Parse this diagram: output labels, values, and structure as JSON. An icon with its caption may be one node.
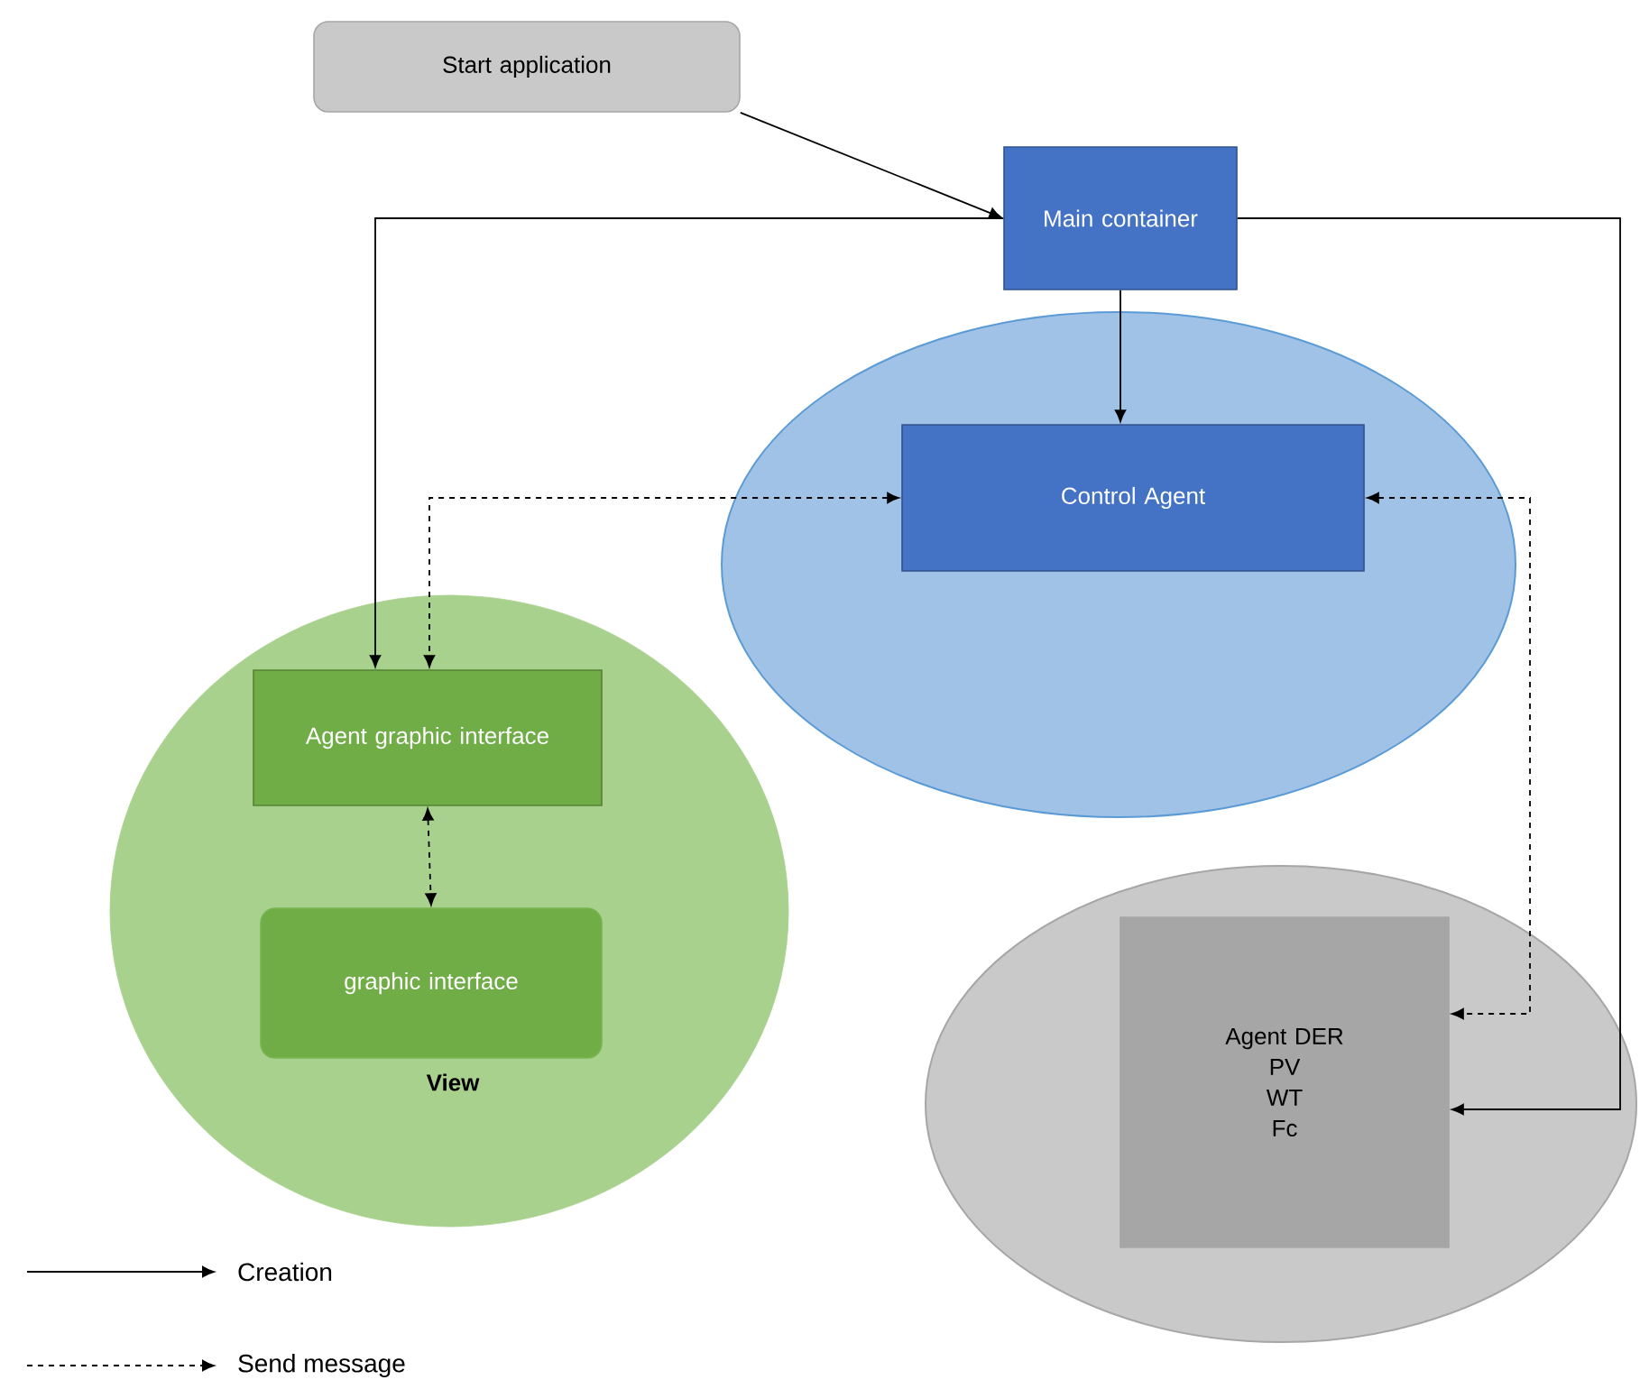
{
  "diagram": {
    "nodes": [
      {
        "text": [
          "Start application"
        ]
      },
      {
        "text": [
          "Main container"
        ]
      },
      {
        "text": [],
        "shape": "ellipse"
      },
      {
        "text": [
          "Control Agent"
        ],
        "in": 2
      },
      {
        "text": [
          "View"
        ]
      },
      {
        "text": [
          "Agent graphic interface"
        ],
        "in": 4
      },
      {
        "text": [
          "graphic interface"
        ],
        "in": 4
      },
      {
        "text": [],
        "shape": "ellipse"
      },
      {
        "text": [
          "Agent DER",
          "PV",
          "WT",
          "Fc"
        ],
        "in": 7
      }
    ],
    "edges": [
      {
        "from": 0,
        "to": 1,
        "arrow": "to"
      },
      {
        "from": 1,
        "to": 3,
        "arrow": "to"
      },
      {
        "from": 1,
        "to": 5,
        "arrow": "to"
      },
      {
        "from": 1,
        "to": 8,
        "arrow": "to"
      },
      {
        "from": 3,
        "to": 5,
        "arrow": "both",
        "style": "dashed"
      },
      {
        "from": 3,
        "to": 8,
        "arrow": "both",
        "style": "dashed"
      },
      {
        "from": 5,
        "to": 6,
        "arrow": "both",
        "style": "dashed"
      }
    ],
    "legend": [
      {
        "text": "Creation"
      },
      {
        "text": "Send message"
      }
    ]
  }
}
